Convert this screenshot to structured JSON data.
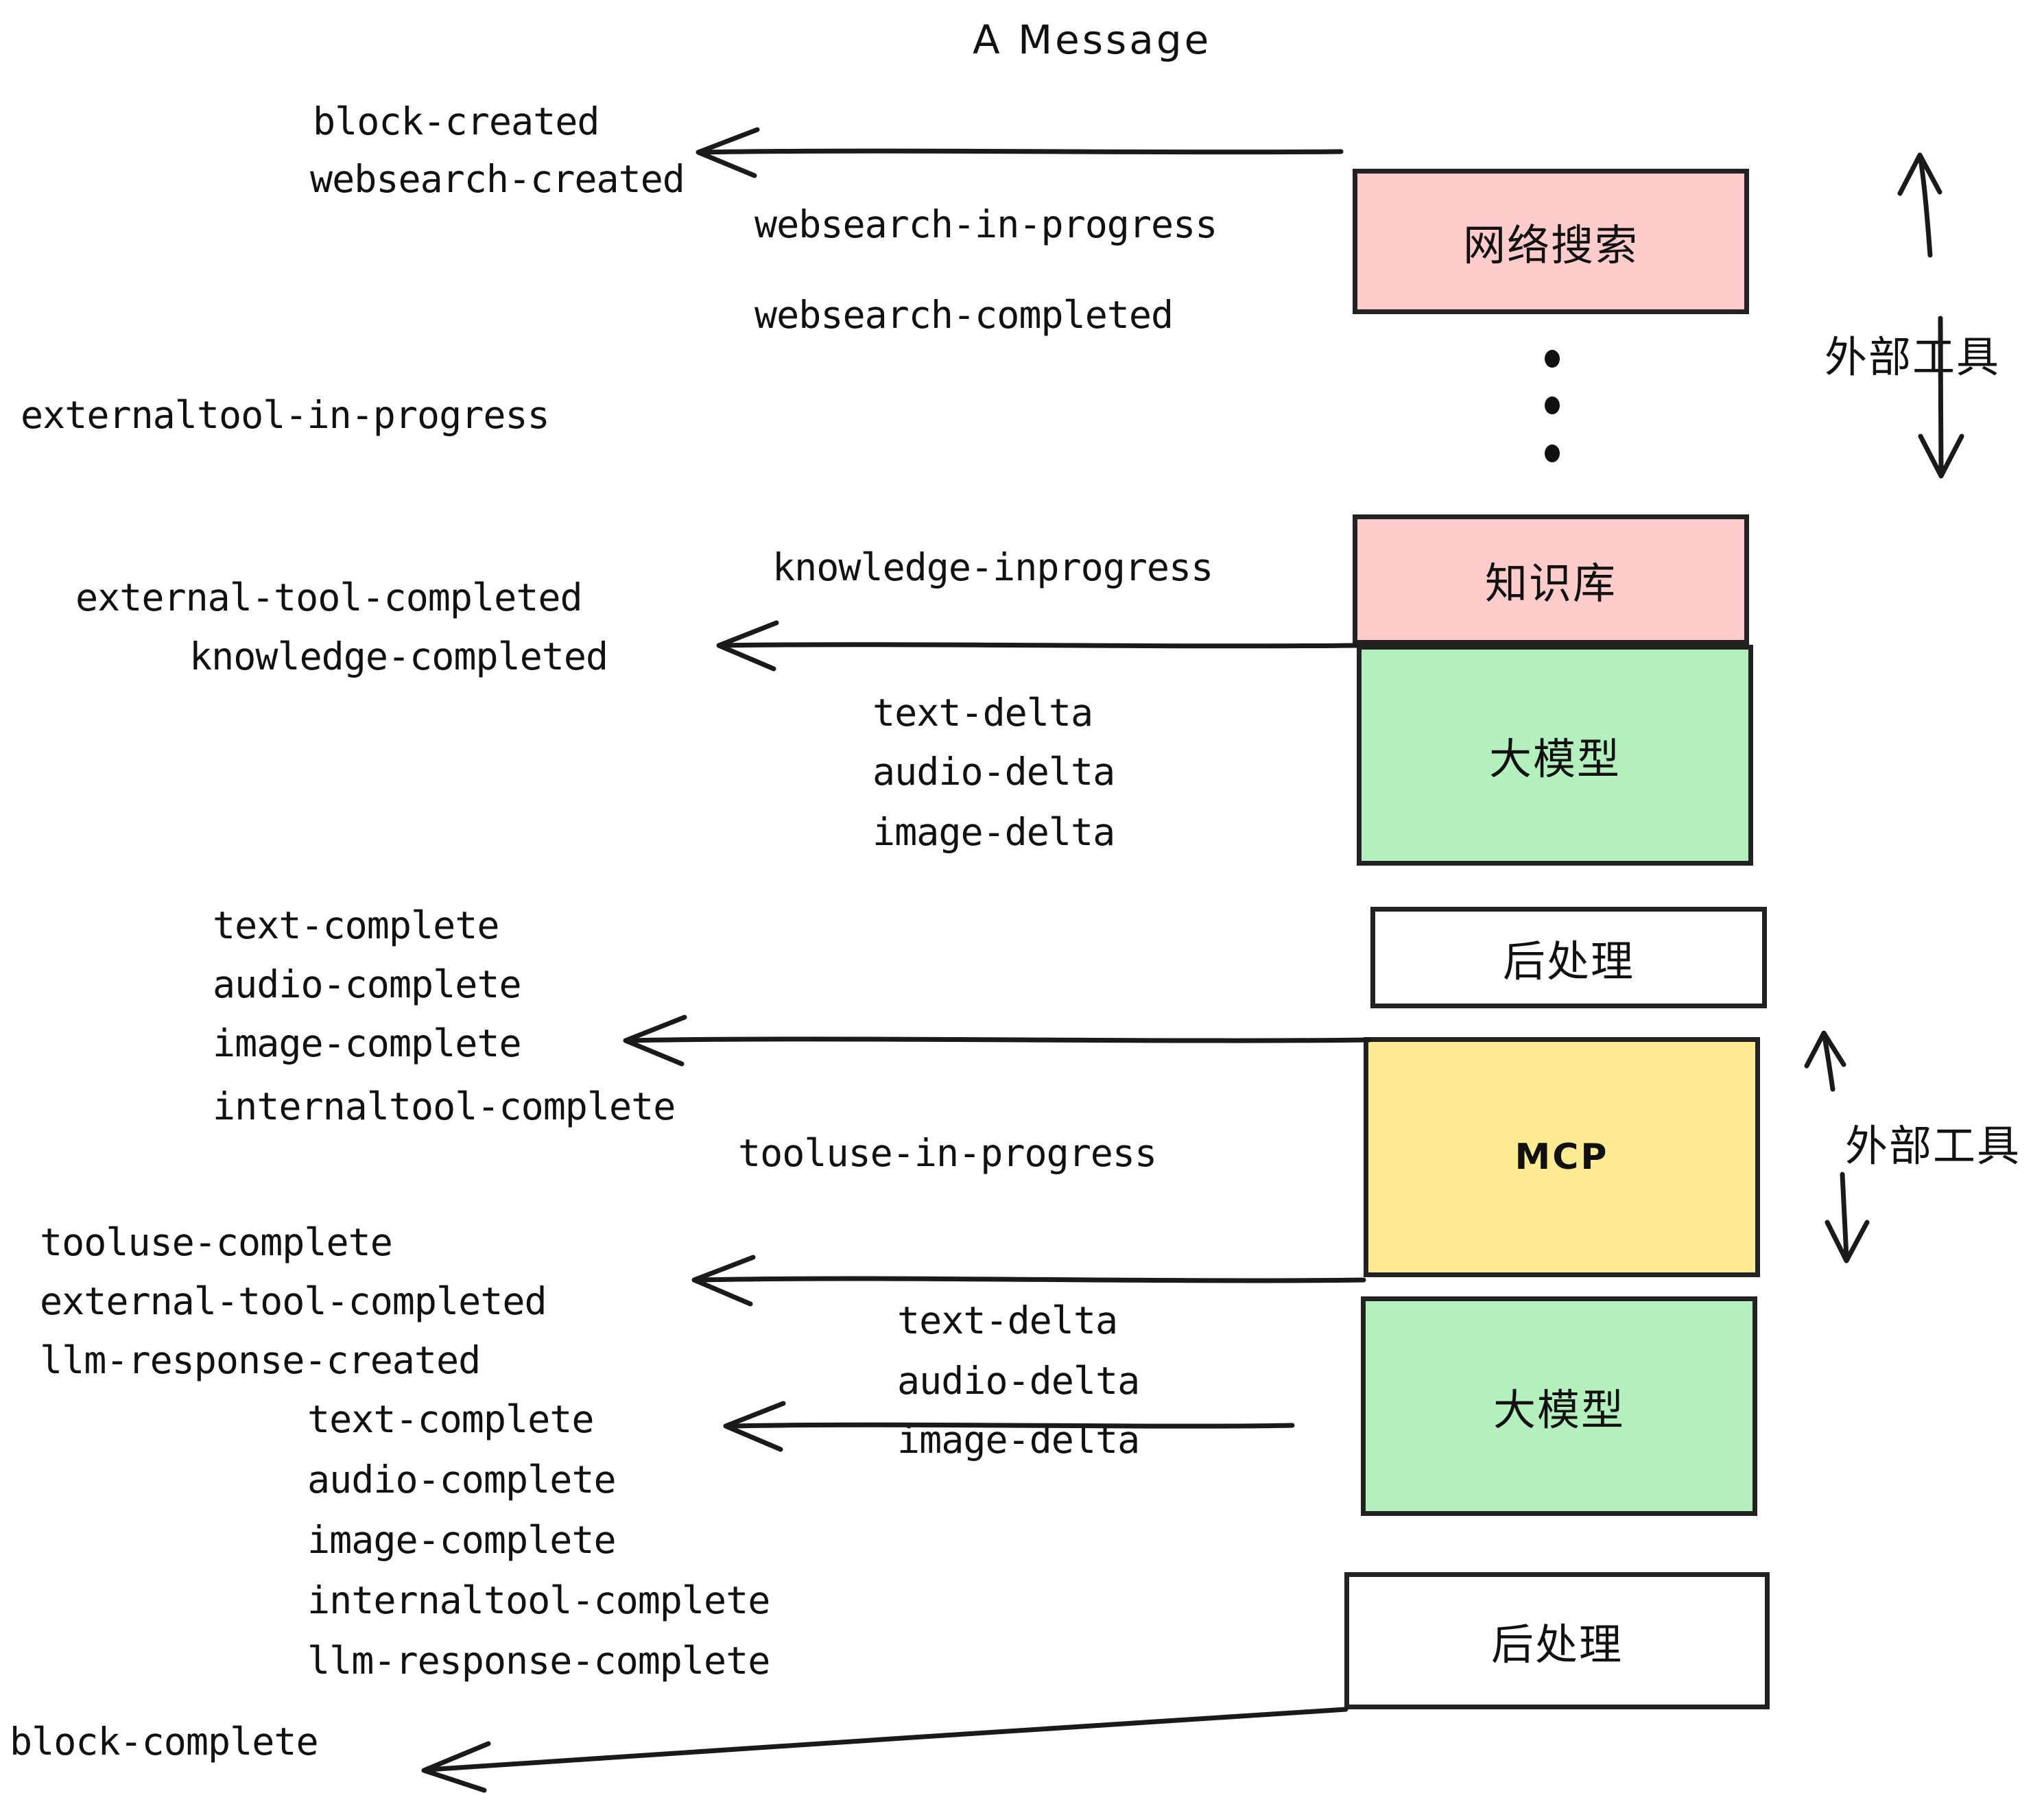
{
  "title": "A Message",
  "colors": {
    "background": "#ffffff",
    "ink": "#1a1a1a",
    "pink": "#ffcccc",
    "green": "#b4f0be",
    "yellow": "#ffeb92",
    "white": "#ffffff"
  },
  "boxes": [
    {
      "id": "websearch",
      "label": "网络搜索",
      "fill": "#ffcccc",
      "script": "cjk"
    },
    {
      "id": "knowledge-base",
      "label": "知识库",
      "fill": "#ffcccc",
      "script": "cjk"
    },
    {
      "id": "llm-1",
      "label": "大模型",
      "fill": "#b4f0be",
      "script": "cjk"
    },
    {
      "id": "postprocess-1",
      "label": "后处理",
      "fill": "#ffffff",
      "script": "cjk"
    },
    {
      "id": "mcp",
      "label": "MCP",
      "fill": "#ffeb92",
      "script": "latin"
    },
    {
      "id": "llm-2",
      "label": "大模型",
      "fill": "#b4f0be",
      "script": "cjk"
    },
    {
      "id": "postprocess-2",
      "label": "后处理",
      "fill": "#ffffff",
      "script": "cjk"
    }
  ],
  "side_labels": [
    {
      "id": "external-tools-top",
      "label": "外部工具"
    },
    {
      "id": "external-tools-bottom",
      "label": "外部工具"
    }
  ],
  "events": [
    {
      "id": "e01",
      "text": "block-created"
    },
    {
      "id": "e02",
      "text": "websearch-created"
    },
    {
      "id": "e03",
      "text": "websearch-in-progress"
    },
    {
      "id": "e04",
      "text": "websearch-completed"
    },
    {
      "id": "e05",
      "text": "externaltool-in-progress"
    },
    {
      "id": "e06",
      "text": "knowledge-inprogress"
    },
    {
      "id": "e07",
      "text": "external-tool-completed"
    },
    {
      "id": "e08",
      "text": "knowledge-completed"
    },
    {
      "id": "e09",
      "text": "text-delta"
    },
    {
      "id": "e10",
      "text": "audio-delta"
    },
    {
      "id": "e11",
      "text": "image-delta"
    },
    {
      "id": "e12",
      "text": "text-complete"
    },
    {
      "id": "e13",
      "text": "audio-complete"
    },
    {
      "id": "e14",
      "text": "image-complete"
    },
    {
      "id": "e15",
      "text": "internaltool-complete"
    },
    {
      "id": "e16",
      "text": "tooluse-in-progress"
    },
    {
      "id": "e17",
      "text": "tooluse-complete"
    },
    {
      "id": "e18",
      "text": "external-tool-completed"
    },
    {
      "id": "e19",
      "text": "llm-response-created"
    },
    {
      "id": "e20",
      "text": "text-delta"
    },
    {
      "id": "e21",
      "text": "audio-delta"
    },
    {
      "id": "e22",
      "text": "image-delta"
    },
    {
      "id": "e23",
      "text": "text-complete"
    },
    {
      "id": "e24",
      "text": "audio-complete"
    },
    {
      "id": "e25",
      "text": "image-complete"
    },
    {
      "id": "e26",
      "text": "internaltool-complete"
    },
    {
      "id": "e27",
      "text": "llm-response-complete"
    },
    {
      "id": "e28",
      "text": "block-complete"
    }
  ],
  "ellipsis": {
    "id": "vertical-ellipsis",
    "dots": 3
  }
}
